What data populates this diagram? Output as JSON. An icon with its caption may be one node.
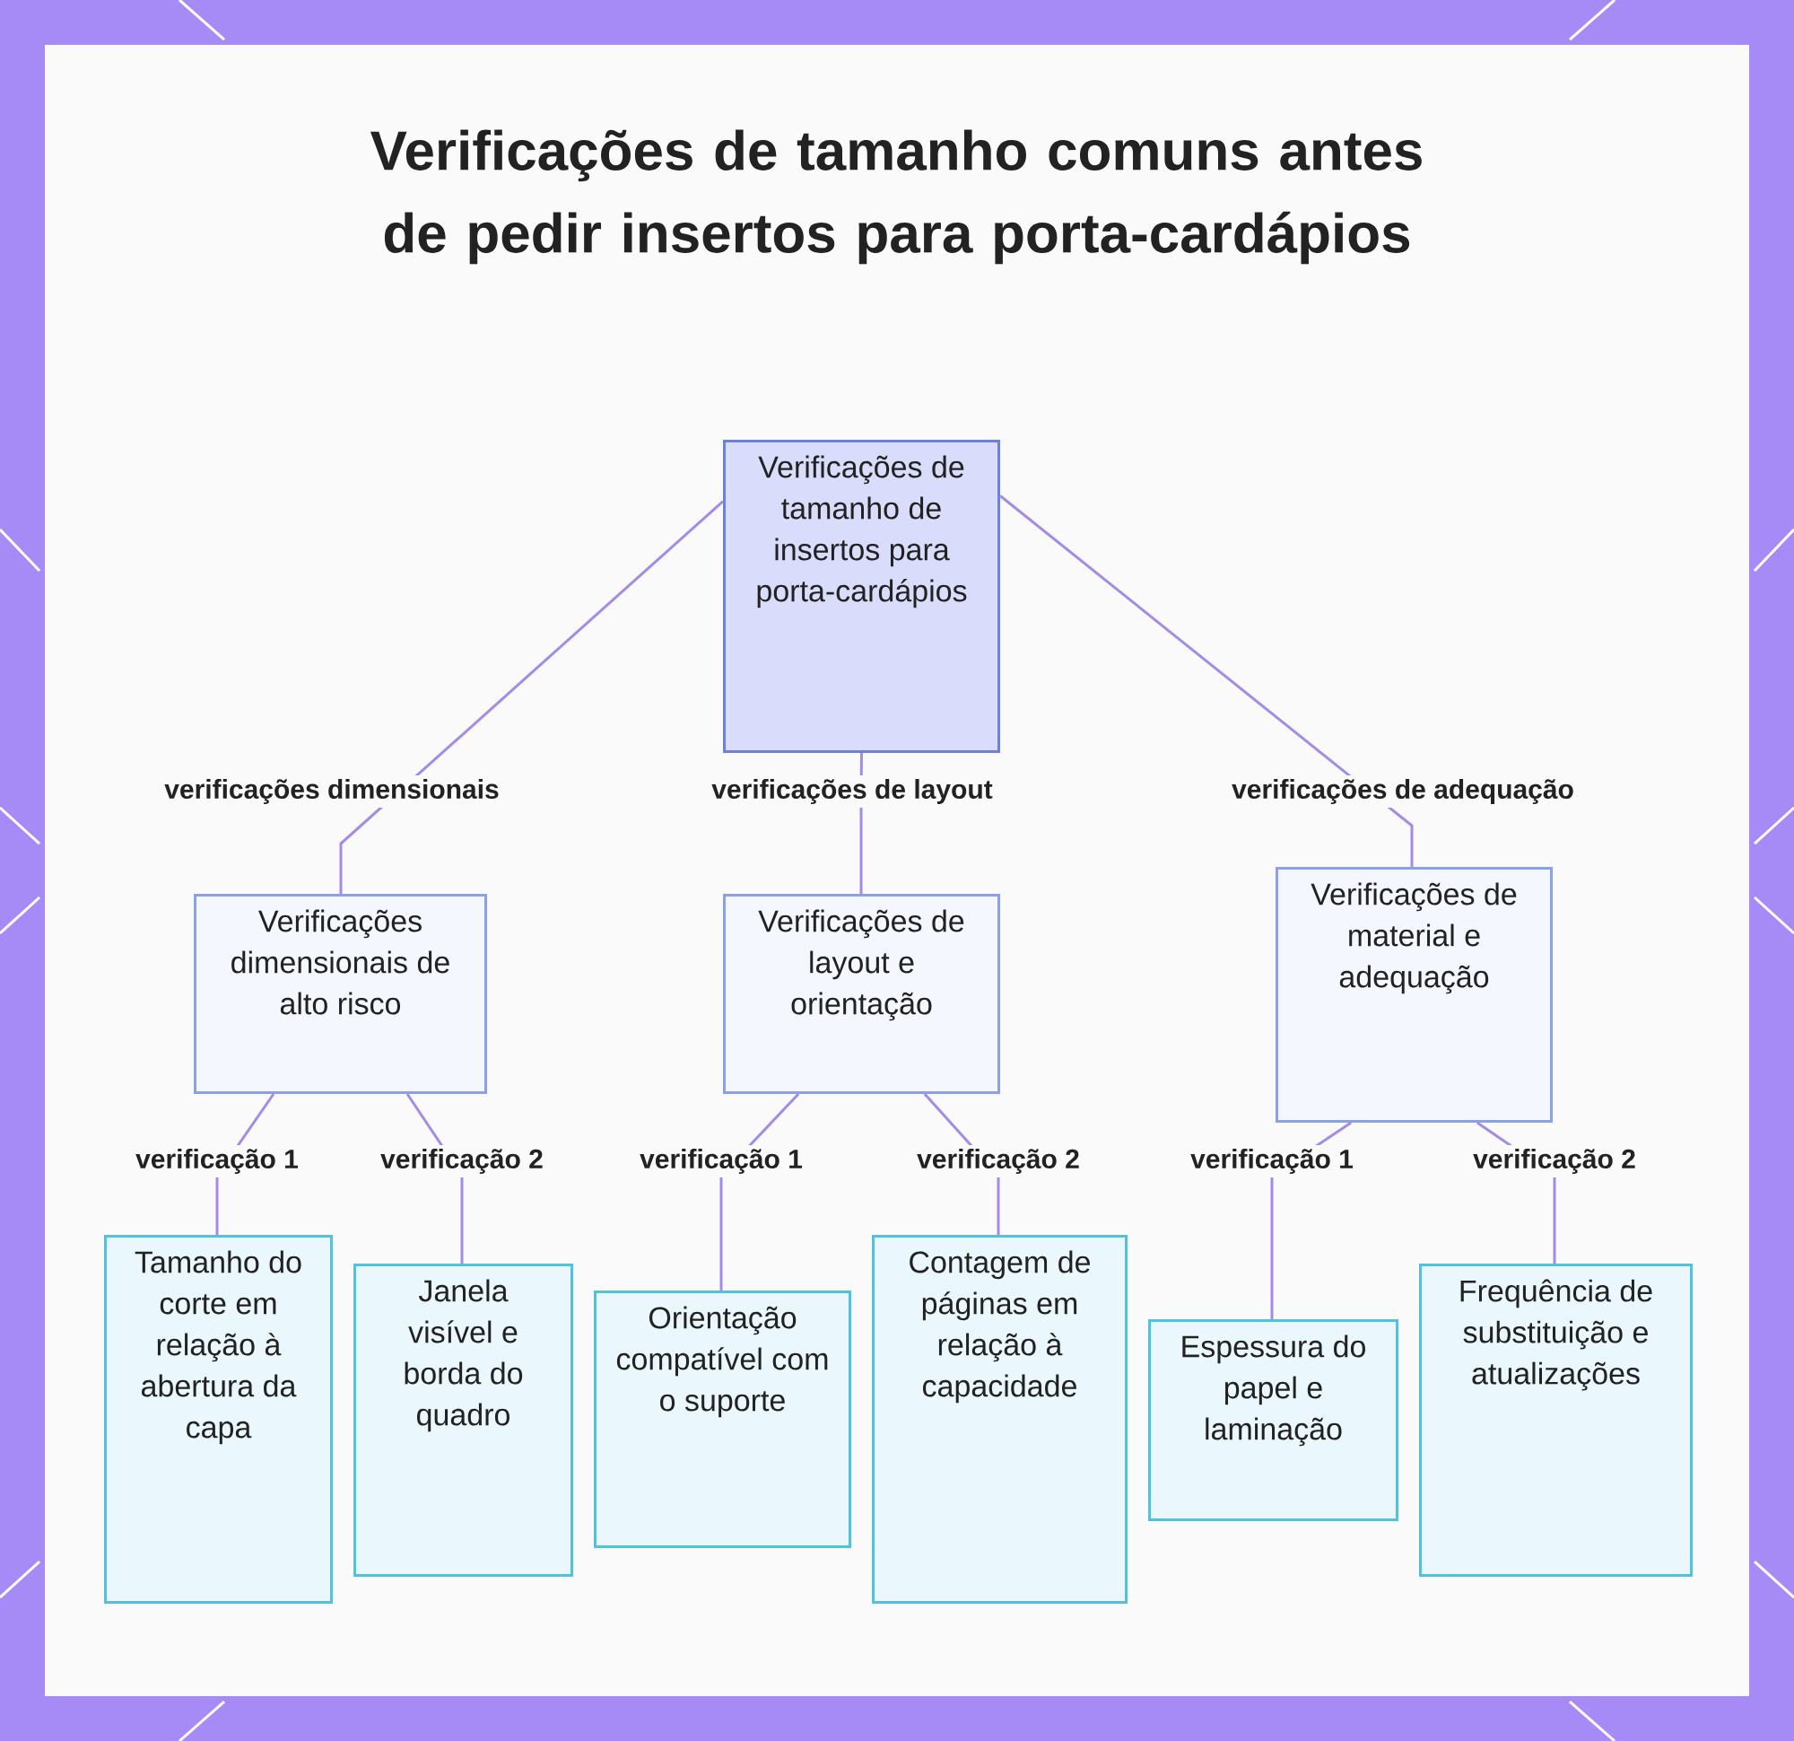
{
  "diagram": {
    "title": "Verificações de tamanho comuns antes de pedir insertos para porta-cardápios",
    "nodes": [
      {
        "text": [
          "Verificações de tamanho de insertos para porta-cardápios"
        ]
      },
      {
        "text": [
          "Verificações dimensionais de alto risco"
        ]
      },
      {
        "text": [
          "Verificações de layout e orientação"
        ]
      },
      {
        "text": [
          "Verificações de material e adequação"
        ]
      },
      {
        "text": [
          "Tamanho do corte em relação à abertura da capa"
        ]
      },
      {
        "text": [
          "Janela visível e borda do quadro"
        ]
      },
      {
        "text": [
          "Orientação compatível com o suporte"
        ]
      },
      {
        "text": [
          "Contagem de páginas em relação à capacidade"
        ]
      },
      {
        "text": [
          "Espessura do papel e laminação"
        ]
      },
      {
        "text": [
          "Frequência de substituição e atualizações"
        ]
      }
    ],
    "edges": [
      {
        "from": 0,
        "to": 1,
        "arrow": "none",
        "label": "verificações dimensionais"
      },
      {
        "from": 0,
        "to": 2,
        "arrow": "none",
        "label": "verificações de layout"
      },
      {
        "from": 0,
        "to": 3,
        "arrow": "none",
        "label": "verificações de adequação"
      },
      {
        "from": 1,
        "to": 4,
        "arrow": "none",
        "label": "verificação 1"
      },
      {
        "from": 1,
        "to": 5,
        "arrow": "none",
        "label": "verificação 2"
      },
      {
        "from": 2,
        "to": 6,
        "arrow": "none",
        "label": "verificação 1"
      },
      {
        "from": 2,
        "to": 7,
        "arrow": "none",
        "label": "verificação 2"
      },
      {
        "from": 3,
        "to": 8,
        "arrow": "none",
        "label": "verificação 1"
      },
      {
        "from": 3,
        "to": 9,
        "arrow": "none",
        "label": "verificação 2"
      }
    ]
  }
}
